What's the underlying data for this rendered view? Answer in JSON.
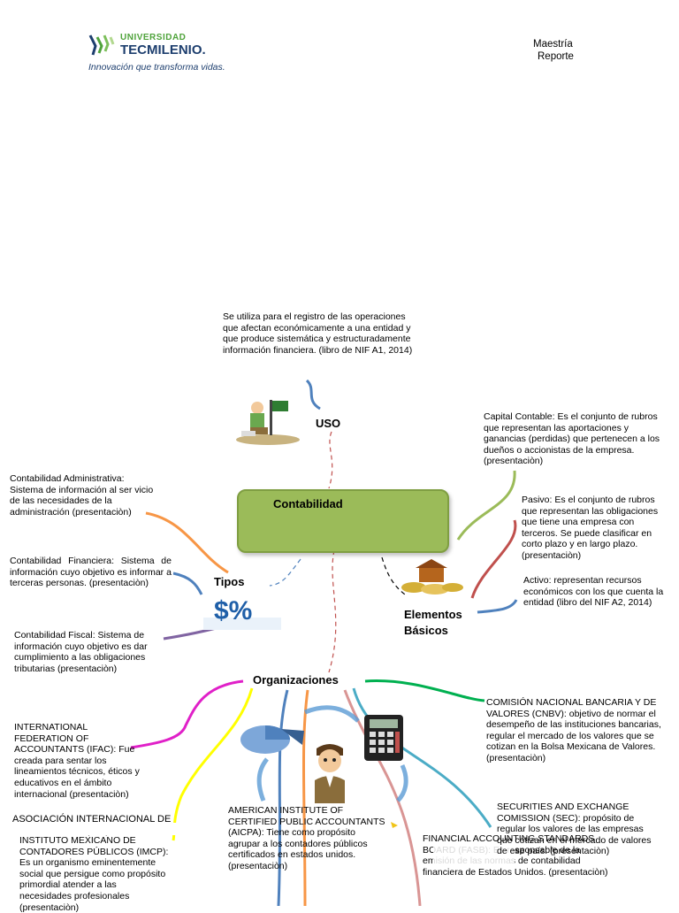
{
  "header": {
    "brand_line1": "UNIVERSIDAD",
    "brand_line2": "TECMILENIO.",
    "tagline": "Innovación que transforma vidas.",
    "doc_line1": "Maestría",
    "doc_line2": "Reporte"
  },
  "map": {
    "central": "Contabilidad",
    "uso_label": "USO",
    "uso_text": "Se utiliza para el registro de las operaciones que afectan económicamente a una entidad y que produce sistemática y estructuradamente información financiera. (libro de NIF A1, 2014)",
    "tipos_label": "Tipos",
    "tipo_admin": "Contabilidad Administrativa: Sistema de información al ser vicio de las necesidades de la administración  (presentaciòn)",
    "tipo_financiera": "Contabilidad  Financiera:  Sistema de  información  cuyo  objetivo  es informar a terceras personas.  (presentaciòn)",
    "tipo_fiscal": "Contabilidad Fiscal: Sistema de información cuyo objetivo es dar cumplimiento a las obligaciones tributarias (presentaciòn)",
    "elementos_label_1": "Elementos",
    "elementos_label_2": "Básicos",
    "capital": "Capital Contable: Es el conjunto de rubros que representan las aportaciones y ganancias (perdidas) que pertenecen a los dueños o accionistas de la empresa. (presentaciòn)",
    "pasivo": "Pasivo: Es el conjunto de rubros que representan las obligaciones que tiene una empresa con terceros. Se puede clasificar en corto plazo y en largo plazo. (presentaciòn)",
    "activo": "Activo: representan recursos económicos con los que cuenta la entidad (libro del NIF A2, 2014)",
    "org_label": "Organizaciones",
    "ifac": "INTERNATIONAL FEDERATION OF ACCOUNTANTS (IFAC): Fue creada para sentar los lineamientos técnicos, éticos y educativos en el ámbito internacional (presentaciòn)",
    "aic": "ASOCIACIÓN INTERNACIONAL DE CONTABILIDAD (AIC):  Encabeza",
    "imcp": "INSTITUTO MEXICANO DE CONTADORES PÚBLICOS (IMCP): Es un organismo eminentemente social que persigue como propósito primordial atender a las necesidades profesionales (presentaciòn)",
    "aicpa": "AMERICAN INSTITUTE OF CERTIFIED PUBLIC ACCOUNTANTS (AICPA):  Tiene como propósito agrupar a los contadores públicos certificados en estados unidos. (presentaciòn)",
    "fasb": "FINANCIAL ACCOUNTING STANDARDS BOARD (FASB): Es responsable de la emisión de las normas de contabilidad financiera de Estados Unidos. (presentaciòn)",
    "cnbv": "COMISIÓN NACIONAL BANCARIA Y DE VALORES (CNBV):   objetivo de normar el desempeño de las instituciones bancarias, regular el mercado de los valores que se cotizan en la Bolsa Mexicana de Valores. (presentaciòn)",
    "sec": "SECURITIES AND EXCHANGE COMISSION (SEC):   propósito de regular los valores de las empresas que cotizan en el mercado de valores de ese país. (presentaciòn)",
    "money_glyph": "$%"
  },
  "colors": {
    "central_fill": "#9bbb59",
    "brand_green": "#4fa33b",
    "brand_blue": "#1d3e6e",
    "line_red_dashed": "#c0504d",
    "line_orange": "#f79646",
    "line_blue": "#4f81bd",
    "line_purple": "#8064a2",
    "line_green": "#9bbb59",
    "line_magenta": "#e020c8",
    "line_yellow": "#ffff00",
    "line_teal": "#4bacc6"
  }
}
